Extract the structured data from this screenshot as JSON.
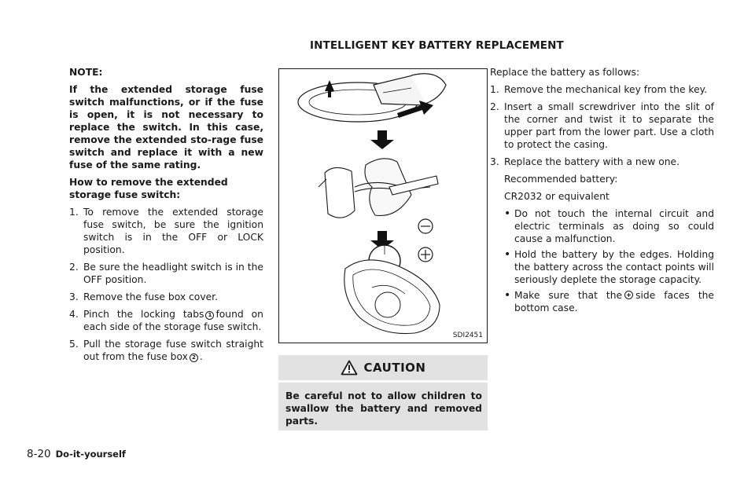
{
  "heading": "INTELLIGENT KEY BATTERY REPLACEMENT",
  "left": {
    "note_label": "NOTE:",
    "note_body": "If the extended storage fuse switch malfunctions, or if the fuse is open, it is not necessary to replace the switch. In this case, remove the extended sto-rage fuse switch and replace it with a new fuse of the same rating.",
    "howto": "How to remove the extended storage fuse switch:",
    "steps": [
      {
        "num": "1.",
        "text": "To remove the extended storage fuse switch, be sure the ignition switch is in the OFF or LOCK position."
      },
      {
        "num": "2.",
        "text": "Be sure the headlight switch is in the OFF position."
      },
      {
        "num": "3.",
        "text": "Remove the fuse box cover."
      },
      {
        "num": "4.",
        "text_a": "Pinch the locking tabs",
        "marker": "1",
        "text_b": "found on each side of the storage fuse switch."
      },
      {
        "num": "5.",
        "text_a": "Pull the storage fuse switch straight out from the fuse box",
        "marker": "2",
        "text_b": "."
      }
    ]
  },
  "figure": {
    "code": "SDI2451"
  },
  "caution": {
    "title": "CAUTION",
    "text": "Be careful not to allow children to swallow the battery and removed parts."
  },
  "right": {
    "intro": "Replace the battery as follows:",
    "steps": [
      {
        "num": "1.",
        "text": "Remove the mechanical key from the key."
      },
      {
        "num": "2.",
        "text": "Insert a small screwdriver into the slit of the corner and twist it to separate the upper part from the lower part. Use a cloth to protect the casing."
      },
      {
        "num": "3.",
        "text": "Replace the battery with a new one."
      }
    ],
    "recommended_label": "Recommended battery:",
    "recommended_value": "CR2032 or equivalent",
    "bullets": [
      {
        "text": "Do not touch the internal circuit and electric terminals as doing so could cause a malfunction."
      },
      {
        "text": "Hold the battery by the edges. Holding the battery across the contact points will seriously deplete the storage capacity."
      },
      {
        "text_a": "Make sure that the",
        "text_b": "side faces the bottom case."
      }
    ]
  },
  "footer": {
    "page": "8-20",
    "section": "Do-it-yourself"
  }
}
